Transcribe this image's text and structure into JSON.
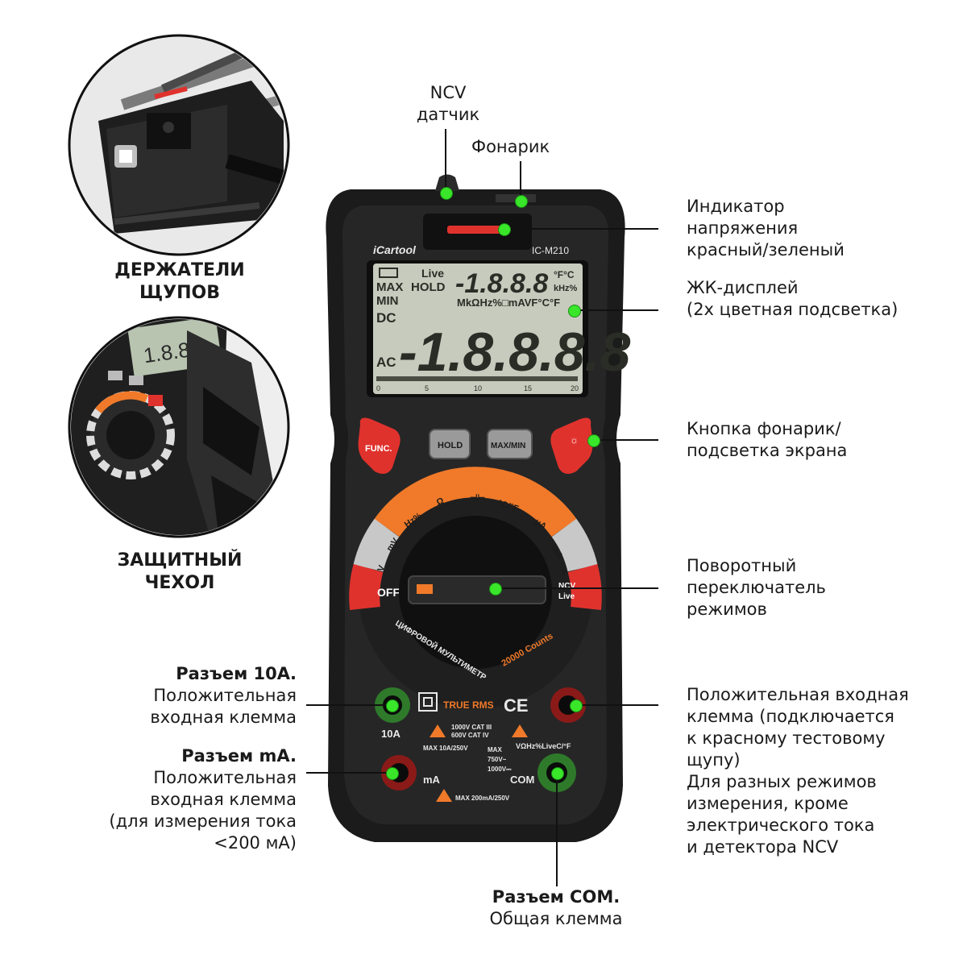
{
  "callouts": {
    "ncv": [
      "NCV",
      "датчик"
    ],
    "flashlight": "Фонарик",
    "voltage_indicator": [
      "Индикатор",
      "напряжения",
      "красный/зеленый"
    ],
    "lcd": [
      "ЖК-дисплей",
      "(2х цветная подсветка)"
    ],
    "light_button": [
      "Кнопка фонарик/",
      "подсветка экрана"
    ],
    "rotary": [
      "Поворотный",
      "переключатель",
      "режимов"
    ],
    "positive_input": [
      "Положительная входная",
      "клемма (подключается",
      "к красному тестовому",
      "щупу)",
      "Для разных режимов",
      "измерения, кроме",
      "электрического тока",
      "и детектора NCV"
    ],
    "jack_10a": {
      "title": "Разъем 10А.",
      "lines": [
        "Положительная",
        "входная клемма"
      ]
    },
    "jack_ma": {
      "title": "Разъем mA.",
      "lines": [
        "Положительная",
        "входная клемма",
        "(для измерения тока",
        "<200 мА)"
      ]
    },
    "jack_com": {
      "title": "Разъем COM.",
      "line": "Общая клемма"
    }
  },
  "insets": {
    "top_caption": [
      "ДЕРЖАТЕЛИ",
      "ЩУПОВ"
    ],
    "bottom_caption": [
      "ЗАЩИТНЫЙ",
      "ЧЕХОЛ"
    ]
  },
  "device": {
    "brand": "iCartool",
    "model": "IC-M210",
    "lcd": {
      "live": "Live",
      "max": "MAX",
      "hold": "HOLD",
      "min": "MIN",
      "small_digits": "-1.8.8.8",
      "units_top": "°F°C",
      "units_khz": "kHz%",
      "units_row": "MkΩHz%□mAVF°C°F",
      "dc": "DC",
      "ac": "AC",
      "big_digits": "-1.8.8.8.8",
      "scale": [
        "0",
        "5",
        "10",
        "15",
        "20"
      ]
    },
    "buttons": {
      "func": "FUNC.",
      "hold": "HOLD",
      "maxmin": "MAX/MIN"
    },
    "dial": {
      "off": "OFF",
      "ncv": "NCV",
      "live": "Live",
      "positions": [
        "Hz%",
        "Ω",
        "⊣⊢",
        "°C/°F",
        "μA",
        "mA",
        "A",
        "V",
        "mV"
      ],
      "arc_text": "ЦИФРОВОЙ МУЛЬТИМЕТР",
      "counts": "20000 Counts"
    },
    "panel": {
      "true_rms": "TRUE RMS",
      "ce": "CE",
      "cat1": "1000V CAT III",
      "cat2": "600V CAT IV",
      "label_10a": "10A",
      "fuse_10a": "MAX 10A/250V",
      "max_v": "MAX",
      "max_750": "750V~",
      "max_1000": "1000V⎓",
      "v_modes": "VΩHz%LiveC/°F",
      "label_ma": "mA",
      "label_com": "COM",
      "fuse_ma": "MAX 200mA/250V"
    }
  }
}
